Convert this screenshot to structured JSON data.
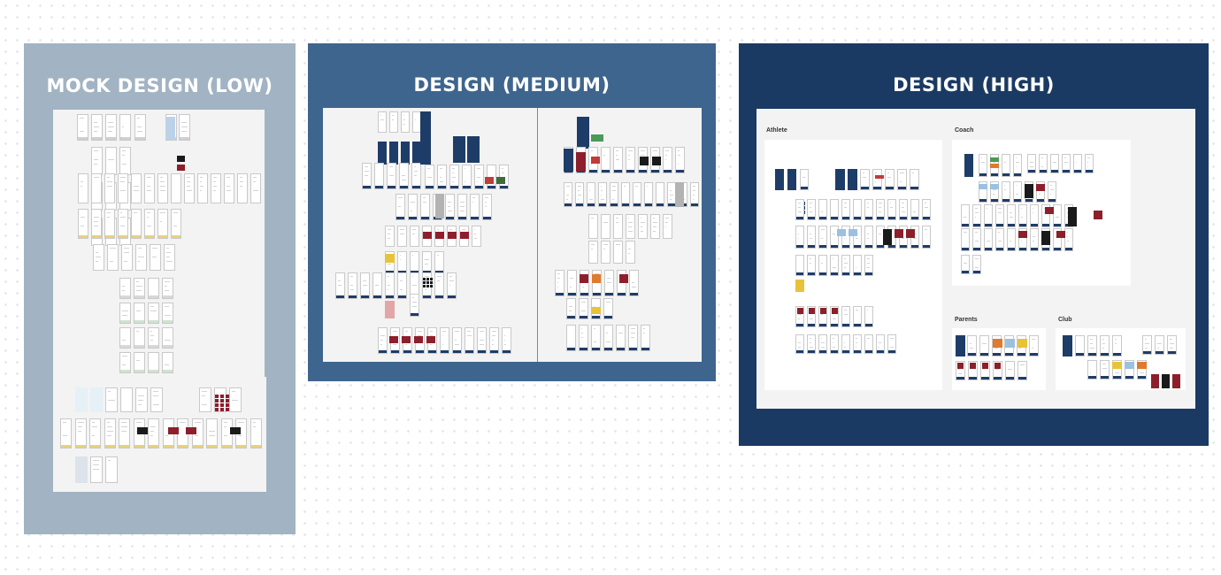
{
  "sections": {
    "low": {
      "title": "MOCK DESIGN (LOW)",
      "color": "#a2b3c3"
    },
    "medium": {
      "title": "DESIGN (MEDIUM)",
      "color": "#3e658e"
    },
    "high": {
      "title": "DESIGN (HIGH)",
      "color": "#1a3a63"
    }
  },
  "high_groups": {
    "athlete": "Athlete",
    "coach": "Coach",
    "parents": "Parents",
    "club": "Club"
  },
  "colors": {
    "navy": "#1e3c68",
    "maroon": "#8c1f2b",
    "black": "#1a1a1a",
    "blue_light": "#9cc0e0",
    "yellow": "#e8c33a",
    "pink": "#e2a6a6",
    "grey": "#b3b3b3",
    "orange": "#e07a2c"
  }
}
